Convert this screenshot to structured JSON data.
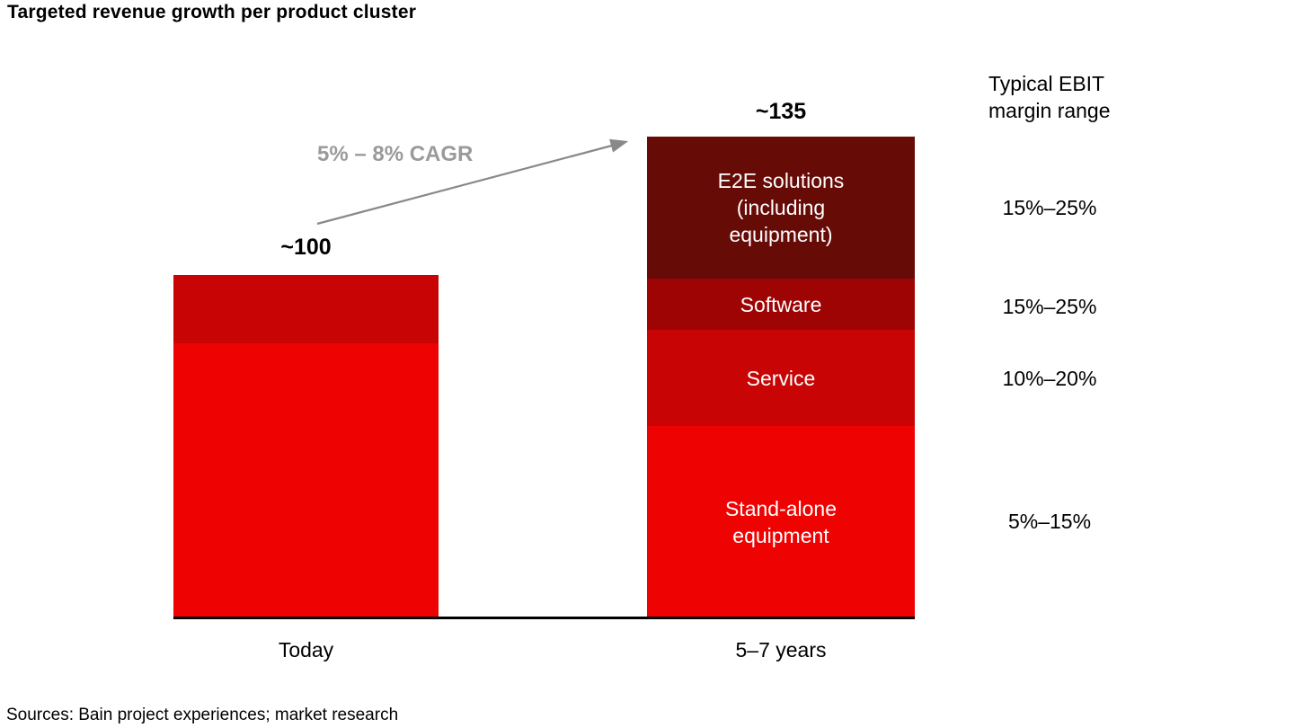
{
  "title": "Targeted revenue growth per product cluster",
  "source_note": "Sources: Bain project experiences; market research",
  "annotations": {
    "cagr": "5% – 8% CAGR",
    "today_total": "~100",
    "future_total": "~135"
  },
  "ebit_column": {
    "header_line1": "Typical EBIT",
    "header_line2": "margin range",
    "values": {
      "e2e": "15%–25%",
      "software": "15%–25%",
      "service": "10%–20%",
      "standalone": "5%–15%"
    }
  },
  "colors": {
    "e2e": "#670b07",
    "software": "#9e0404",
    "service": "#c80404",
    "standalone": "#ee0202",
    "arrow": "#898989",
    "cagr_text": "#9a9a9a",
    "baseline": "#000000"
  },
  "chart_data": {
    "type": "bar",
    "subtype": "stacked",
    "title": "Targeted revenue growth per product cluster",
    "categories": [
      "Today",
      "5–7 years"
    ],
    "bar_total_labels": [
      "~100",
      "~135"
    ],
    "value_scale": "indexed revenue (Today = ~100)",
    "series": [
      {
        "name": "Stand-alone equipment",
        "values": [
          80,
          54
        ],
        "color": "#ee0202",
        "ebit_margin_range": "5%–15%"
      },
      {
        "name": "Service",
        "values": [
          20,
          27
        ],
        "color": "#c80404",
        "ebit_margin_range": "10%–20%"
      },
      {
        "name": "Software",
        "values": [
          0,
          14
        ],
        "color": "#9e0404",
        "ebit_margin_range": "15%–25%"
      },
      {
        "name": "E2E solutions (including equipment)",
        "values": [
          0,
          40
        ],
        "color": "#670b07",
        "ebit_margin_range": "15%–25%"
      }
    ],
    "growth_annotation": "5% – 8% CAGR",
    "right_column_header": "Typical EBIT margin range",
    "legend_position": "labels inside segments",
    "axes": {
      "y_axis_visible": false,
      "x_baseline_visible": true,
      "gridlines": false
    }
  }
}
